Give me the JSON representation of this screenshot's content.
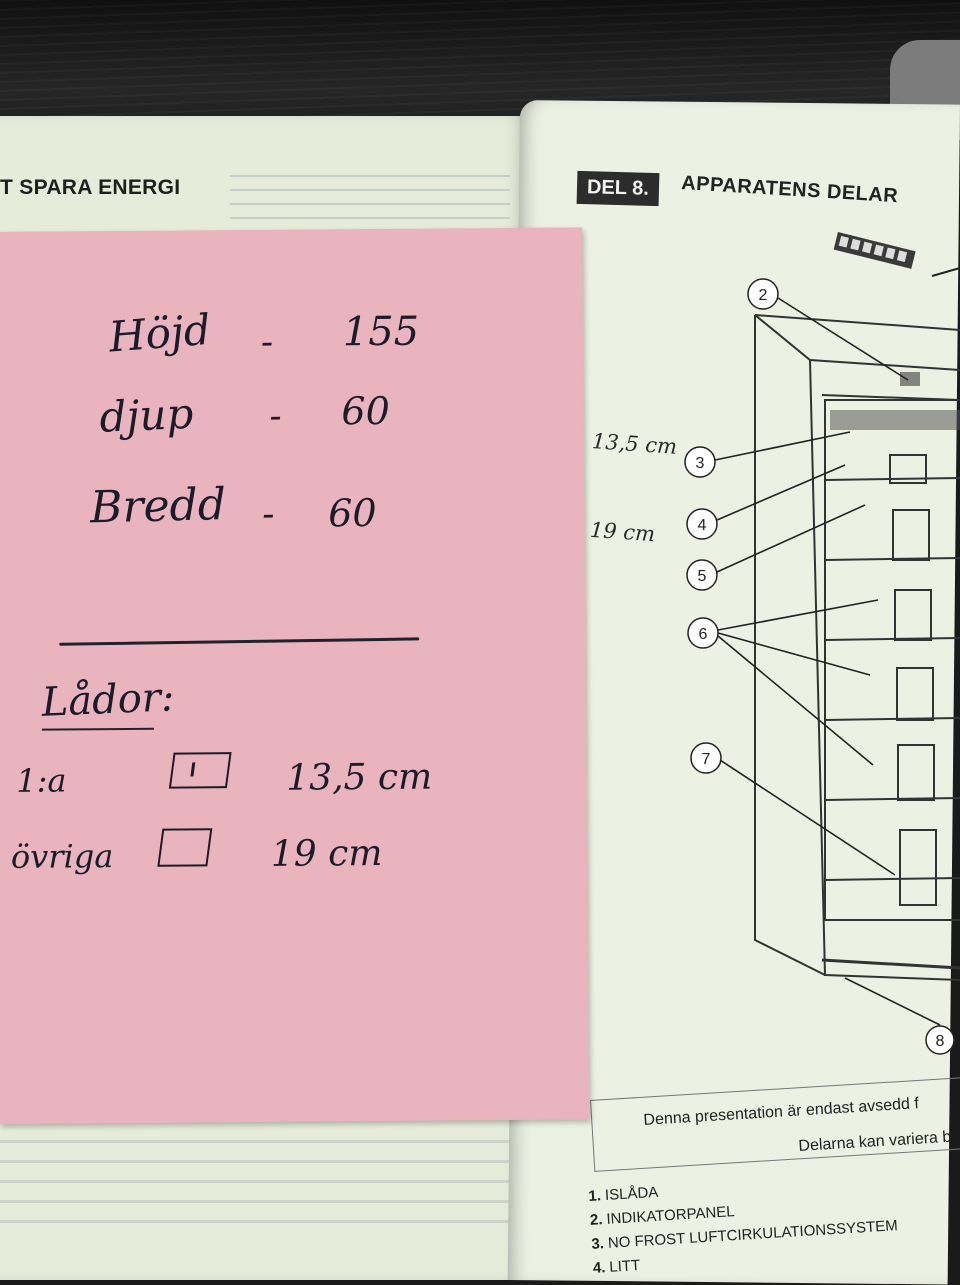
{
  "left_page": {
    "heading": "T SPARA ENERGI"
  },
  "right_page": {
    "section_badge": "DEL 8.",
    "heading": "APPARATENS DELAR",
    "diagram_callouts": [
      "2",
      "3",
      "4",
      "5",
      "6",
      "7",
      "8"
    ],
    "handwritten_side": [
      "13,5 cm",
      "19 cm"
    ],
    "caption_line_1": "Denna presentation är endast avsedd f",
    "caption_line_2": "Delarna kan variera b",
    "parts_list": [
      {
        "num": "1.",
        "label": "ISLÅDA"
      },
      {
        "num": "2.",
        "label": "INDIKATORPANEL"
      },
      {
        "num": "3.",
        "label": "NO FROST LUFTCIRKULATIONSSYSTEM"
      },
      {
        "num": "4.",
        "label": "LITT"
      }
    ]
  },
  "sticky_note": {
    "color": "#eab4bf",
    "dimensions": [
      {
        "label": "Höjd",
        "dash": "-",
        "value": "155"
      },
      {
        "label": "djup",
        "dash": "-",
        "value": "60"
      },
      {
        "label": "Bredd",
        "dash": "-",
        "value": "60"
      }
    ],
    "drawers_heading": "Lådor:",
    "drawers": [
      {
        "label": "1:a",
        "value": "13,5 cm"
      },
      {
        "label": "övriga",
        "value": "19 cm"
      }
    ]
  }
}
